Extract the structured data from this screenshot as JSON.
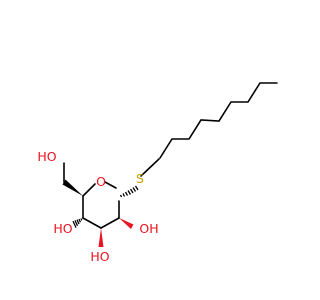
{
  "molecule": {
    "atom_labels": {
      "sulfur": "S",
      "ring_oxygen": "O",
      "hydroxymethyl_oh": "HO",
      "c4_oh": "HO",
      "c3_oh": "HO",
      "c2_oh": "OH"
    },
    "colors": {
      "bond": "#000000",
      "oxygen": "#e8141f",
      "sulfur": "#c8a400"
    }
  }
}
